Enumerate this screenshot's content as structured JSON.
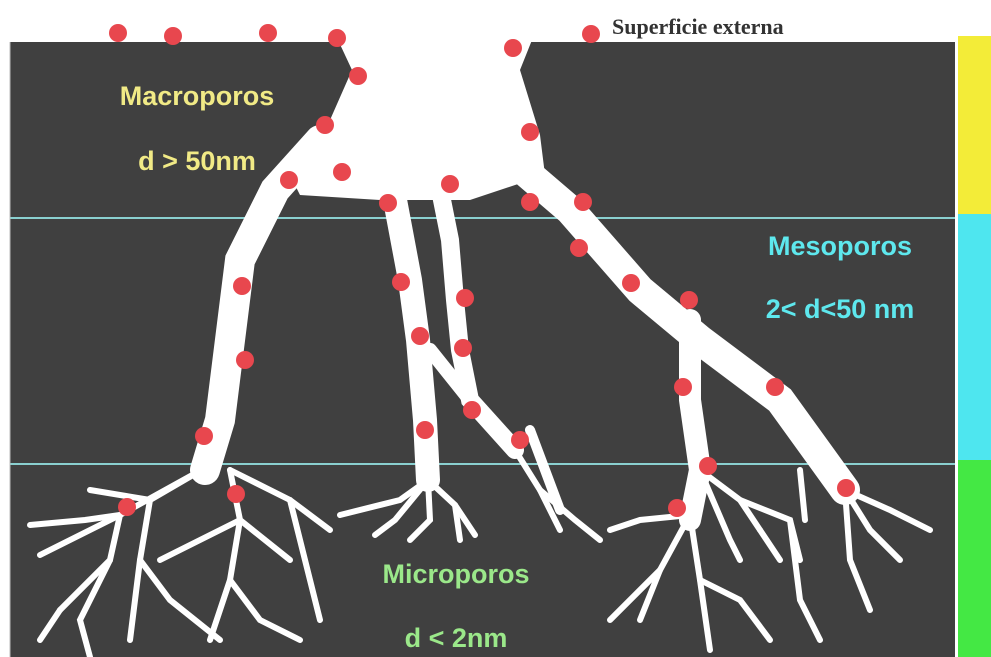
{
  "labels": {
    "surface": "Superficie externa",
    "macro_name": "Macroporos",
    "macro_size": "d > 50nm",
    "meso_name": "Mesoporos",
    "meso_size": "2< d<50 nm",
    "micro_name": "Microporos",
    "micro_size": "d < 2nm"
  },
  "colors": {
    "background": "#ffffff",
    "solid": "#404040",
    "pore": "#ffffff",
    "divider": "#8ad0d0",
    "site": "#e8474e",
    "macro": "#f3ec38",
    "meso": "#4ee6ef",
    "micro": "#44e844",
    "macro_text": "#f1ea86",
    "meso_text": "#5ee8ee",
    "micro_text": "#9be88a",
    "surface_text": "#333333"
  }
}
